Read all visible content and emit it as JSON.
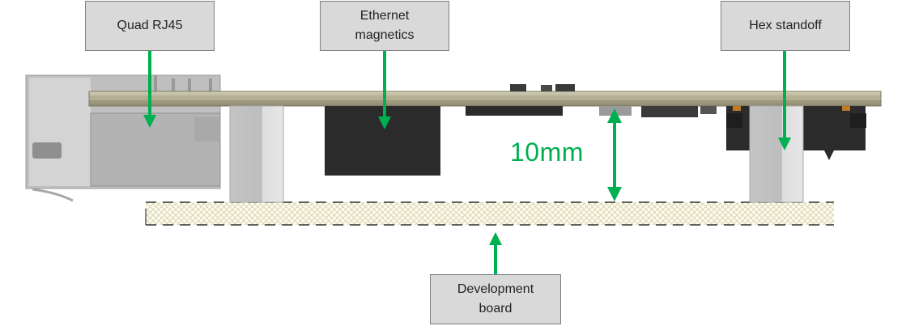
{
  "callouts": {
    "rj45": "Quad RJ45",
    "magnetics": "Ethernet\nmagnetics",
    "standoff": "Hex standoff",
    "devboard": "Development\nboard"
  },
  "dimension": {
    "label": "10mm"
  },
  "colors": {
    "arrow": "#00b050",
    "pcb": "#a8a287",
    "label_bg": "#d9d9d9",
    "label_border": "#7f7f7f",
    "component_dark": "#2b2b2b",
    "metal": "#c8c8c8"
  }
}
